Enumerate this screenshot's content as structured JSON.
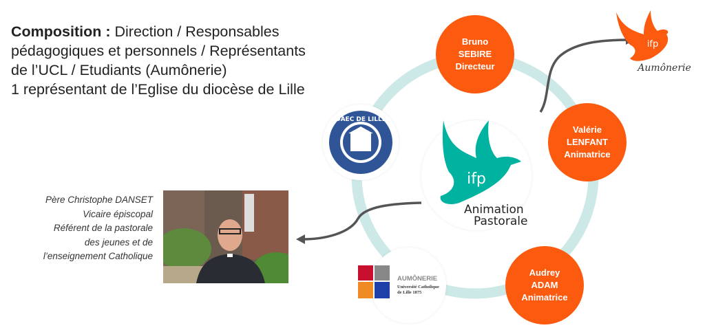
{
  "heading": {
    "label": "Composition :",
    "text1": " Direction / Responsables",
    "line2": "pédagogiques et personnels / Représentants",
    "line3": "de l’UCL /  Etudiants (Aumônerie)",
    "line4": "1 représentant de l’Eglise du diocèse de Lille"
  },
  "person": {
    "lines": [
      "Père Christophe DANSET",
      "Vicaire épiscopal",
      "Référent de la pastorale",
      "des jeunes et de",
      "l’enseignement Catholique"
    ]
  },
  "members": [
    {
      "first": "Bruno",
      "last": "SEBIRE",
      "role": "Directeur"
    },
    {
      "first": "Valérie",
      "last": "LENFANT",
      "role": "Animatrice"
    },
    {
      "first": "Audrey",
      "last": "ADAM",
      "role": "Animatrice"
    }
  ],
  "logos": {
    "daec": "DAEC DE LILLE",
    "center_ifp": "ifp",
    "center_line1": "Animation",
    "center_line2": "Pastorale",
    "ucl_title": "AUMÔNERIE",
    "ucl_sub1": "Université Catholique",
    "ucl_sub2": "de Lille 1875",
    "aum_ifp": "ifp",
    "aum_text": "Aumônerie"
  },
  "colors": {
    "orange": "#fc5a0e",
    "teal": "#00b3a0",
    "ring": "#cde9e7",
    "daec_blue": "#2f5597"
  }
}
